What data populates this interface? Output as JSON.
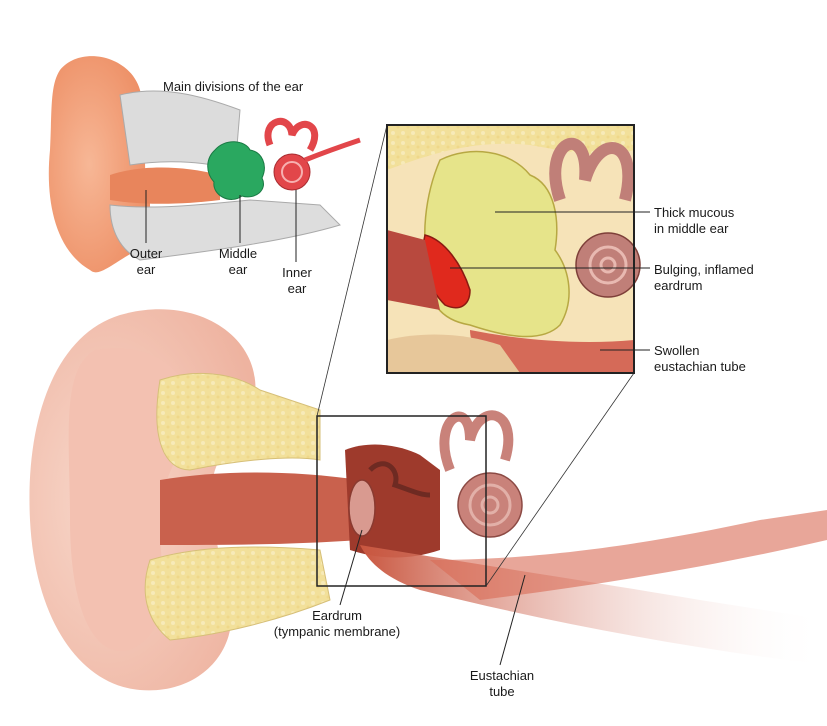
{
  "top_diagram": {
    "title": "Main divisions of the ear",
    "outer_ear": [
      "Outer",
      "ear"
    ],
    "middle_ear": [
      "Middle",
      "ear"
    ],
    "inner_ear": [
      "Inner",
      "ear"
    ]
  },
  "inset": {
    "thick_mucous": [
      "Thick mucous",
      "in middle ear"
    ],
    "bulging_eardrum": [
      "Bulging, inflamed",
      "eardrum"
    ],
    "swollen_tube": [
      "Swollen",
      "eustachian tube"
    ]
  },
  "main_diagram": {
    "eardrum": [
      "Eardrum",
      "(tympanic membrane)"
    ],
    "eustachian_tube": [
      "Eustachian",
      "tube"
    ]
  },
  "colors": {
    "outer_skin": "#f2a07a",
    "skin_light": "#f6cbbd",
    "bone": "#e9d9a8",
    "bone_fill": "#f3e3a0",
    "middle_ear_green": "#2aa860",
    "inner_ear_red": "#e2464a",
    "canal": "#b8493e",
    "mucous": "#e6e48a",
    "inflamed": "#e0291d",
    "muscle": "#d96a55"
  }
}
